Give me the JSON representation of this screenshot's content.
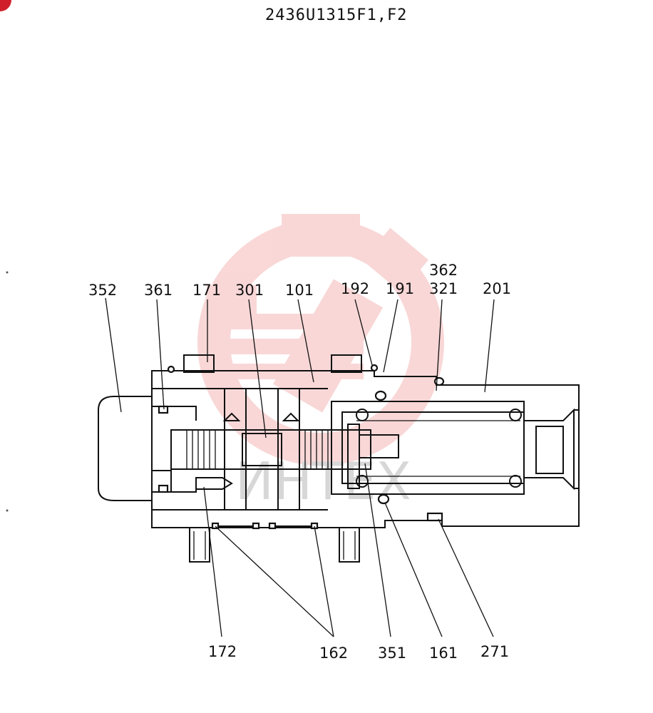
{
  "title": "2436U1315F1,F2",
  "colors": {
    "ink": "#111111",
    "watermark": "#f5b8b8",
    "badge": "#d01f2a"
  },
  "watermark_text": "ИНТЕХ",
  "callouts": {
    "c352": "352",
    "c361": "361",
    "c171": "171",
    "c301": "301",
    "c101": "101",
    "c192": "192",
    "c191": "191",
    "c362": "362",
    "c321": "321",
    "c201": "201",
    "c172": "172",
    "c162": "162",
    "c351": "351",
    "c161": "161",
    "c271": "271"
  }
}
